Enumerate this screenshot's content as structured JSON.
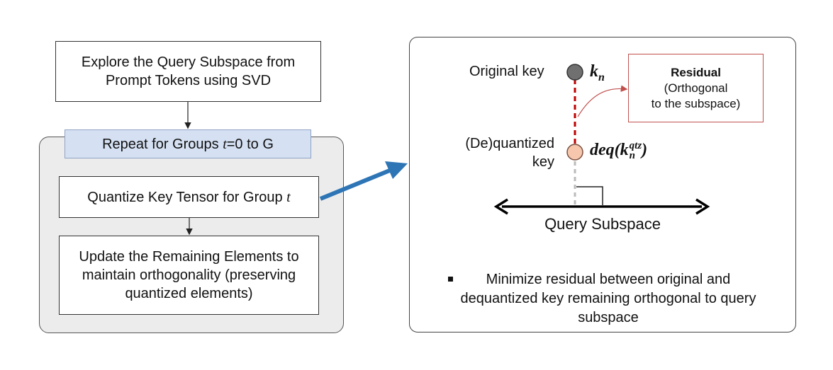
{
  "left": {
    "explore": "Explore the Query Subspace from Prompt Tokens using SVD",
    "repeat_prefix": "Repeat for Groups ",
    "repeat_var": "t",
    "repeat_suffix": "=0 to G",
    "quantize_prefix": "Quantize Key Tensor for Group ",
    "quantize_var": "t",
    "update": "Update the Remaining Elements to maintain orthogonality (preserving quantized elements)"
  },
  "right": {
    "original_key_label": "Original key",
    "dequantized_label_1": "(De)quantized",
    "dequantized_label_2": "key",
    "kn_base": "k",
    "kn_sub": "n",
    "deq_prefix": "deq(k",
    "deq_sup": "qtz",
    "deq_sub": "n",
    "deq_suffix": ")",
    "residual_title": "Residual",
    "residual_desc_1": "(Orthogonal",
    "residual_desc_2": "to the subspace)",
    "axis_label": "Query Subspace",
    "bullet": "Minimize residual between original and dequantized key remaining orthogonal to query subspace"
  },
  "colors": {
    "repeat_fill": "#d5e1f3",
    "panel_fill": "#ececec",
    "original_node": "#707070",
    "deq_node": "#f6c6ad",
    "residual_line": "#c00000",
    "residual_border": "#c0504d",
    "arrow_blue": "#2e75b6"
  }
}
